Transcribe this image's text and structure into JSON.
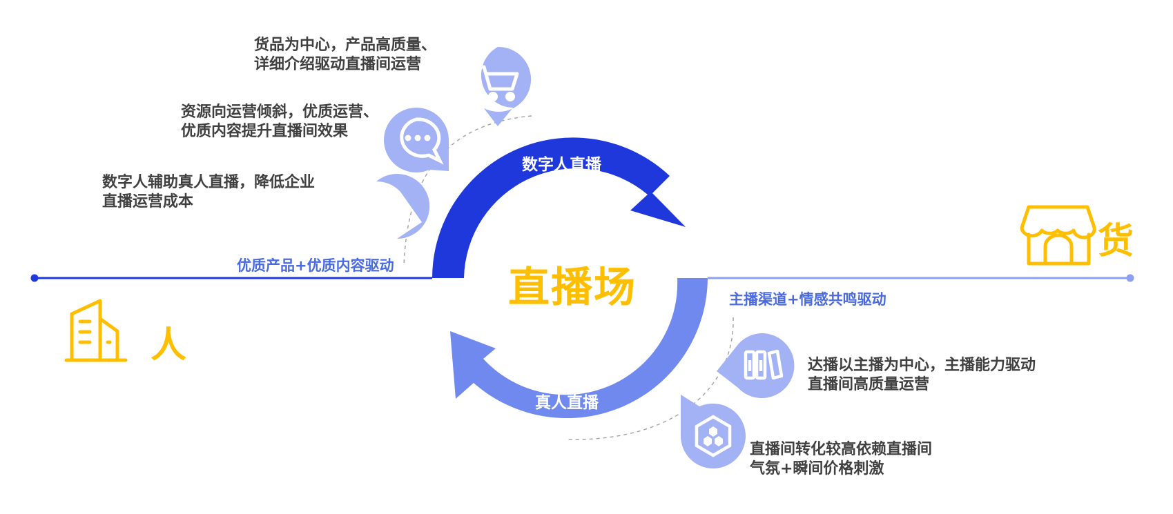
{
  "center_title": "直播场",
  "left_side": {
    "label": "人",
    "icon": "office-building-icon"
  },
  "right_side": {
    "label": "货",
    "icon": "storefront-icon"
  },
  "top_arrow": {
    "label": "数字人直播",
    "color": "#1f38dc"
  },
  "bottom_arrow": {
    "label": "真人直播",
    "color": "#7089ee"
  },
  "left_caption": "优质产品+优质内容驱动",
  "right_caption": "主播渠道+情感共鸣驱动",
  "left_points": [
    {
      "icon": "shopping-cart-icon",
      "line1": "货品为中心，产品高质量、",
      "line2": "详细介绍驱动直播间运营"
    },
    {
      "icon": "chat-bubble-icon",
      "line1": "资源向运营倾斜，优质运营、",
      "line2": "优质内容提升直播间效果"
    },
    {
      "icon": "hexagon-cluster-icon",
      "line1": "数字人辅助真人直播，降低企业",
      "line2": "直播运营成本"
    }
  ],
  "right_points": [
    {
      "icon": "books-icon",
      "line1": "达播以主播为中心，主播能力驱动",
      "line2": "直播间高质量运营"
    },
    {
      "icon": "hexagon-cluster-icon",
      "line1": "直播间转化较高依赖直播间",
      "line2": "气氛+瞬间价格刺激"
    }
  ],
  "colors": {
    "accent_yellow": "#ffbf00",
    "dark_blue": "#1f38dc",
    "light_blue": "#7089ee",
    "pin_blue": "#a3b2f5",
    "text_dark": "#404040"
  }
}
